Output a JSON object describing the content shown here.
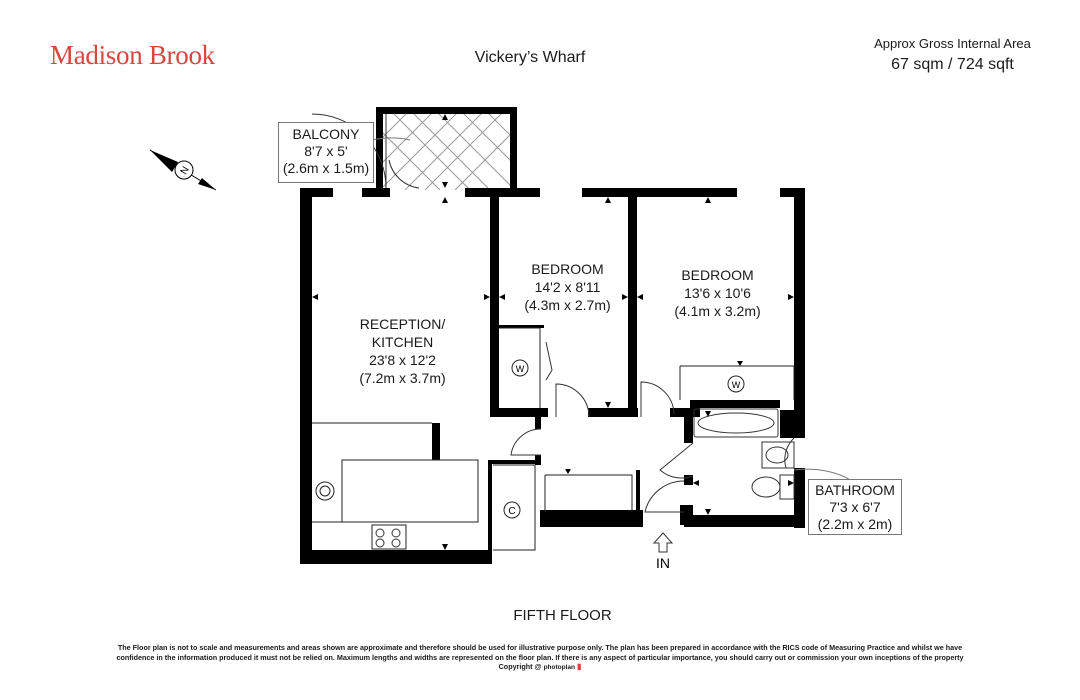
{
  "brand": {
    "logo_text": "Madison Brook"
  },
  "property": {
    "name": "Vickery’s Wharf"
  },
  "area": {
    "label": "Approx Gross Internal Area",
    "value": "67 sqm / 724 sqft"
  },
  "rooms": {
    "reception": {
      "name_line1": "RECEPTION/",
      "name_line2": "KITCHEN",
      "imperial": "23'8 x 12'2",
      "metric": "(7.2m x 3.7m)"
    },
    "bedroom1": {
      "name": "BEDROOM",
      "imperial": "14'2 x 8'11",
      "metric": "(4.3m x 2.7m)"
    },
    "bedroom2": {
      "name": "BEDROOM",
      "imperial": "13'6 x 10'6",
      "metric": "(4.1m x 3.2m)"
    },
    "balcony": {
      "name": "BALCONY",
      "imperial": "8'7 x 5'",
      "metric": "(2.6m x 1.5m)"
    },
    "bathroom": {
      "name": "BATHROOM",
      "imperial": "7'3 x 6'7",
      "metric": "(2.2m x 2m)"
    }
  },
  "symbols": {
    "wardrobe": "W",
    "cupboard": "C",
    "compass": "N"
  },
  "entrance": {
    "label": "IN"
  },
  "floor": {
    "label": "FIFTH FLOOR"
  },
  "disclaimer": {
    "line1": "The Floor plan is not to scale and measurements and areas shown are approximate and therefore should be used for illustrative purpose only. The plan has been prepared in accordance with the RICS code of Measuring Practice and whilst we have",
    "line2": "confidence in the information produced it must not be relied on. Maximum  lengths and widths are represented on the floor plan. If there is any aspect of particular importance, you should carry out or commission your own inceptions of the property",
    "copyright": "Copyright @",
    "credit": "photoplan"
  },
  "colors": {
    "brand": "#d9463e",
    "wall": "#000000",
    "label_border": "#777777"
  },
  "icons": [
    "compass-icon",
    "hob-icon",
    "sink-icon",
    "bath-icon",
    "toilet-icon",
    "basin-icon",
    "entrance-arrow-icon"
  ]
}
